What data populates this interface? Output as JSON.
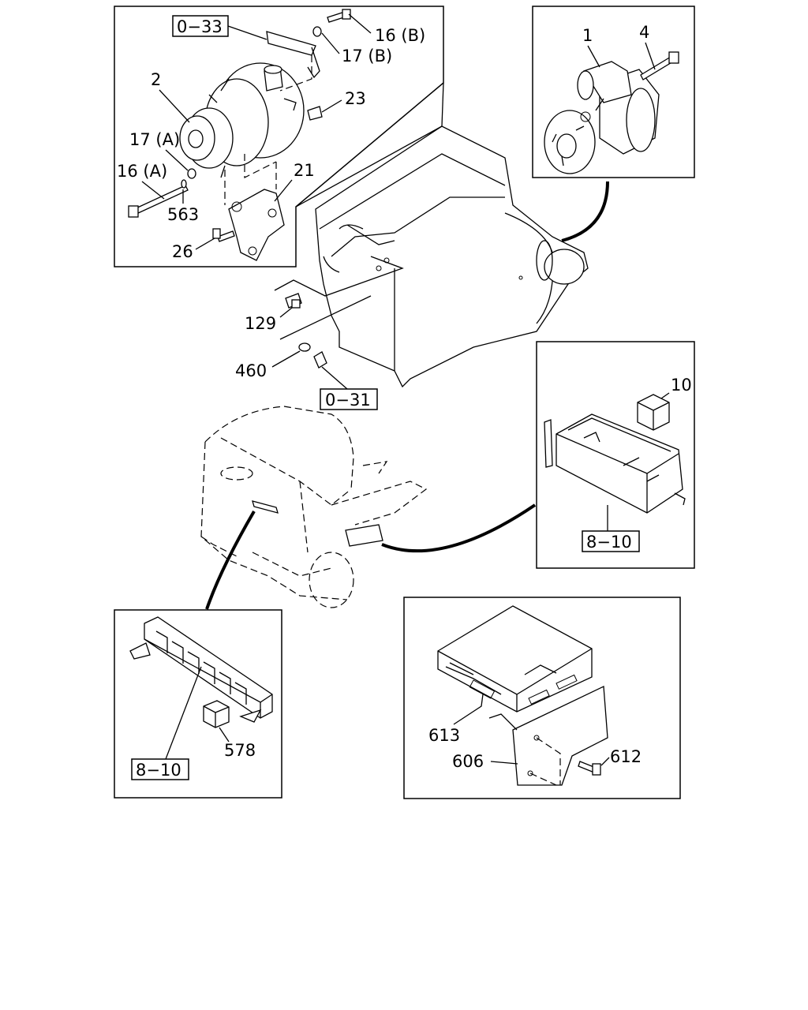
{
  "callouts": {
    "p1": "1",
    "p2": "2",
    "p4": "4",
    "p10": "10",
    "p16a": "16 (A)",
    "p16b": "16 (B)",
    "p17a": "17 (A)",
    "p17b": "17 (B)",
    "p21": "21",
    "p23": "23",
    "p26": "26",
    "p129": "129",
    "p460": "460",
    "p563": "563",
    "p578": "578",
    "p606": "606",
    "p612": "612",
    "p613": "613"
  },
  "references": {
    "r033": "0−33",
    "r031": "0−31",
    "r810a": "8−10",
    "r810b": "8−10"
  }
}
